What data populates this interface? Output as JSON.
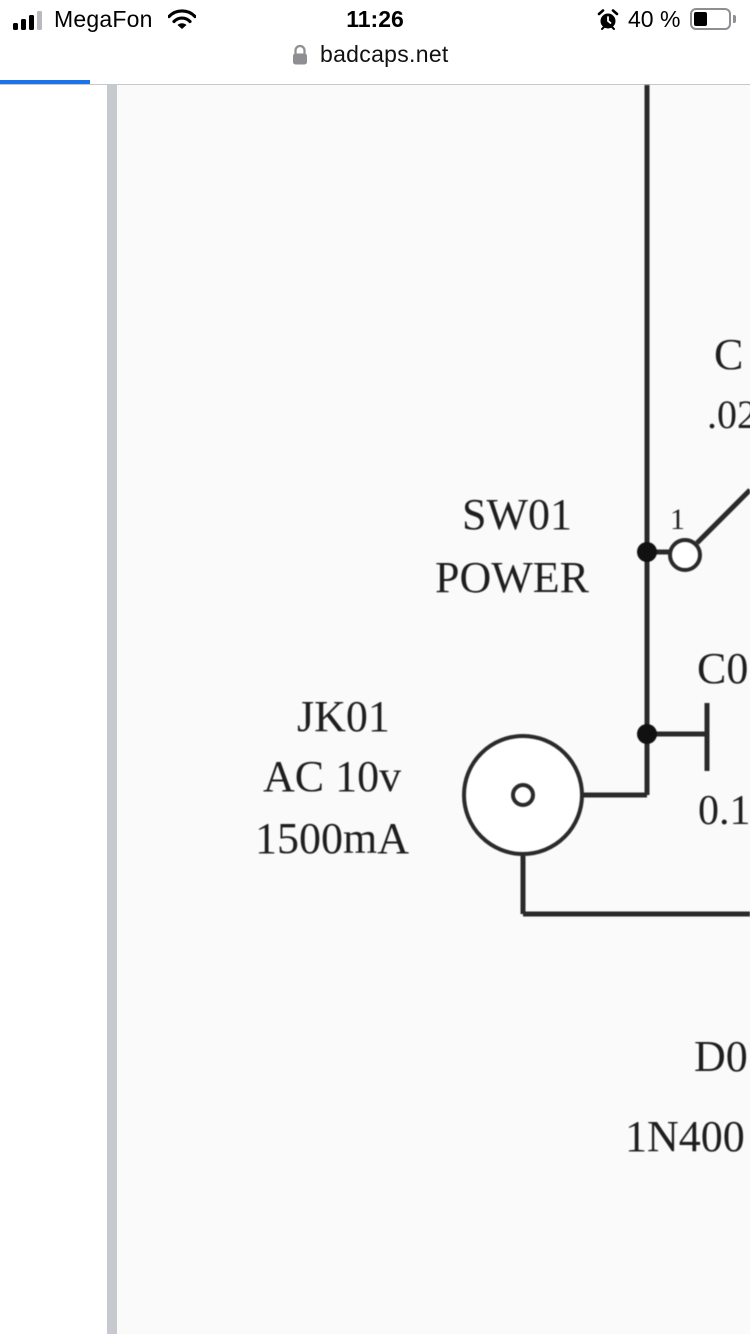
{
  "status_bar": {
    "carrier": "MegaFon",
    "time": "11:26",
    "battery_percent": "40 %",
    "battery_level": 0.4
  },
  "address_bar": {
    "url": "badcaps.net",
    "load_progress": 0.12
  },
  "schematic": {
    "labels": {
      "c_top_ref": "C",
      "c_top_value": ".02",
      "sw01_ref": "SW01",
      "sw01_name": "POWER",
      "sw01_pin": "1",
      "c0_ref": "C0",
      "c0_value": "0.1",
      "jk01_ref": "JK01",
      "jk01_rating_voltage": "AC 10v",
      "jk01_rating_current": "1500mA",
      "d0_ref": "D0",
      "d0_part": "1N400"
    }
  },
  "colors": {
    "progress_accent": "#1a73e8",
    "schematic_line": "#2a2a2a",
    "image_border": "#c6c9cd"
  }
}
